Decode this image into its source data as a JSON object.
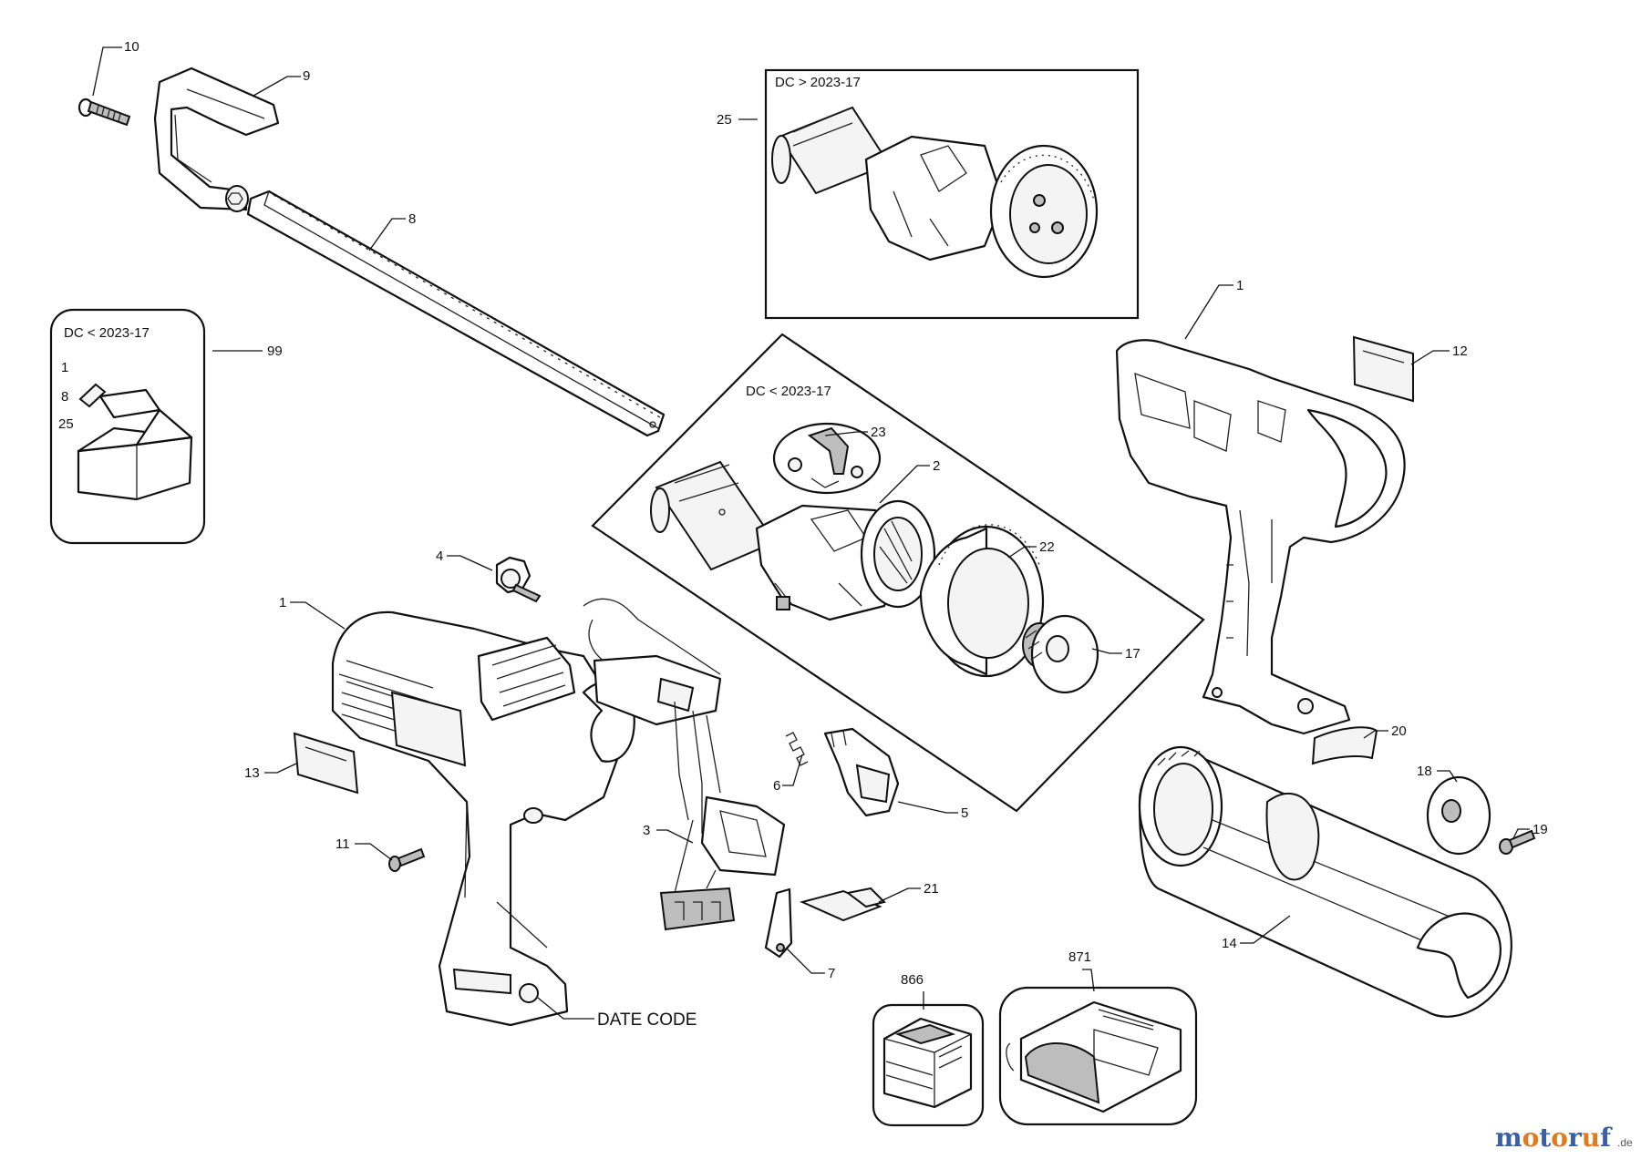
{
  "callouts": {
    "c1_top": "1",
    "c1_left": "1",
    "c2": "2",
    "c3": "3",
    "c4": "4",
    "c5": "5",
    "c6": "6",
    "c7": "7",
    "c8": "8",
    "c9": "9",
    "c10": "10",
    "c11": "11",
    "c12": "12",
    "c13": "13",
    "c14": "14",
    "c17": "17",
    "c18": "18",
    "c19": "19",
    "c20": "20",
    "c21": "21",
    "c22": "22",
    "c23": "23",
    "c25": "25",
    "c99": "99",
    "c866": "866",
    "c871": "871"
  },
  "frames": {
    "motor_new": "DC > 2023-17",
    "motor_old": "DC < 2023-17",
    "kit": "DC < 2023-17"
  },
  "kit_items": [
    "1",
    "8",
    "25"
  ],
  "date_code_label": "DATE CODE",
  "watermark": {
    "letters": [
      "m",
      "o",
      "t",
      "o",
      "r",
      "u",
      "f"
    ],
    "colors": [
      "#3a5ea8",
      "#e07a1f",
      "#3a5ea8",
      "#e07a1f",
      "#3a5ea8",
      "#e07a1f",
      "#3a5ea8"
    ],
    "suffix": ".de"
  }
}
